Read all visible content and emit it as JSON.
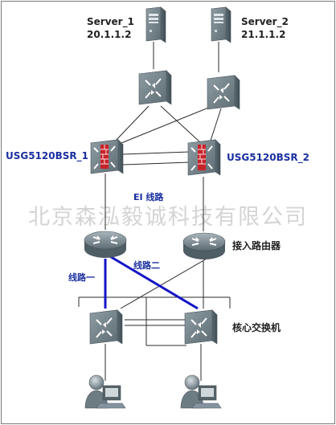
{
  "servers": [
    {
      "name": "Server_1",
      "ip": "20.1.1.2"
    },
    {
      "name": "Server_2",
      "ip": "21.1.1.2"
    }
  ],
  "firewalls": [
    {
      "label": "USG5120BSR_1"
    },
    {
      "label": "USG5120BSR_2"
    }
  ],
  "labels": {
    "e1_line": "EI 线路",
    "line1": "线路一",
    "line2": "线路二",
    "access_router": "接入路由器",
    "core_switch": "核心交换机"
  },
  "watermark": "北京森泓毅诚科技有限公司",
  "colors": {
    "blue_label": "#1a2fa0",
    "blue_link": "#1414c8",
    "device_gray": "#6f7e86"
  },
  "icons": [
    "server-icon",
    "layer3-switch-icon",
    "firewall-icon",
    "router-icon",
    "user-pc-icon"
  ]
}
